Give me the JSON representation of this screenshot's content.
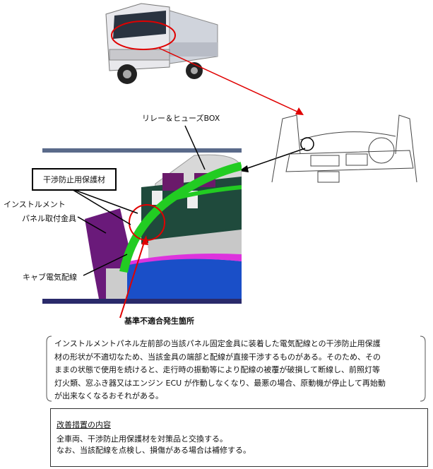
{
  "labels": {
    "relay_fuse_box": "リレー＆ヒューズBOX",
    "protector": "干渉防止用保護材",
    "bracket_line1": "インストルメント",
    "bracket_line2": "パネル取付金具",
    "cab_wiring": "キャブ電気配線",
    "defect_location": "基準不適合発生箇所"
  },
  "description": {
    "lines": [
      "インストルメントパネル左前部の当該パネル固定金具に装着した電気配線との干渉防止用保護",
      "材の形状が不適切なため、当該金具の端部と配線が直接干渉するものがある。そのため、その",
      "ままの状態で使用を続けると、走行時の振動等により配線の被覆が破損して断線し、前照灯等",
      "灯火類、窓ふき器又はエンジン ECU が作動しなくなり、最悪の場合、原動機が停止して再始動",
      "が出来なくなるおそれがある。"
    ]
  },
  "remedy": {
    "heading": "改善措置の内容",
    "lines": [
      "全車両、干渉防止用保護材を対策品と交換する。",
      "なお、当該配線を点検し、損傷がある場合は補修する。"
    ]
  },
  "colors": {
    "highlight": "#e00000",
    "harness": "#22cc22",
    "bracket": "#6a1a7a",
    "panel": "#1a4fc8"
  }
}
